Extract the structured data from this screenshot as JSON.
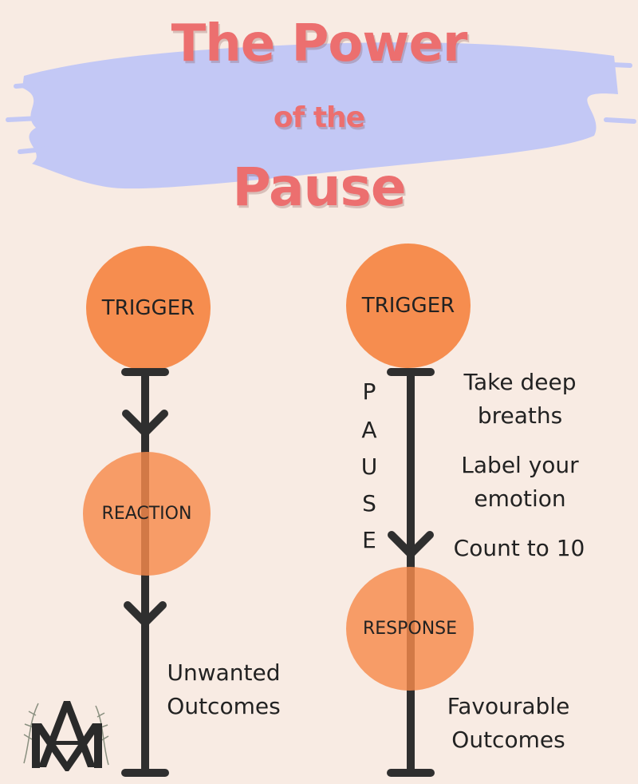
{
  "title": {
    "line1": "The Power",
    "line2": "of the",
    "line3": "Pause"
  },
  "left_flow": {
    "trigger": "TRIGGER",
    "reaction": "REACTION",
    "outcome_line1": "Unwanted",
    "outcome_line2": "Outcomes"
  },
  "right_flow": {
    "trigger": "TRIGGER",
    "pause_letters": [
      "P",
      "A",
      "U",
      "S",
      "E"
    ],
    "tips": {
      "tip1_line1": "Take deep",
      "tip1_line2": "breaths",
      "tip2_line1": "Label your",
      "tip2_line2": "emotion",
      "tip3": "Count to 10"
    },
    "response": "RESPONSE",
    "outcome_line1": "Favourable",
    "outcome_line2": "Outcomes"
  },
  "colors": {
    "background": "#f8ebe3",
    "title": "#ec6f6f",
    "brush_stroke": "#c3c8f5",
    "circle": "#f68d4f",
    "arrow_line": "#2f2f2f"
  },
  "logo": {
    "monogram": "AM",
    "icon": "monogram-logo-with-leaves"
  }
}
